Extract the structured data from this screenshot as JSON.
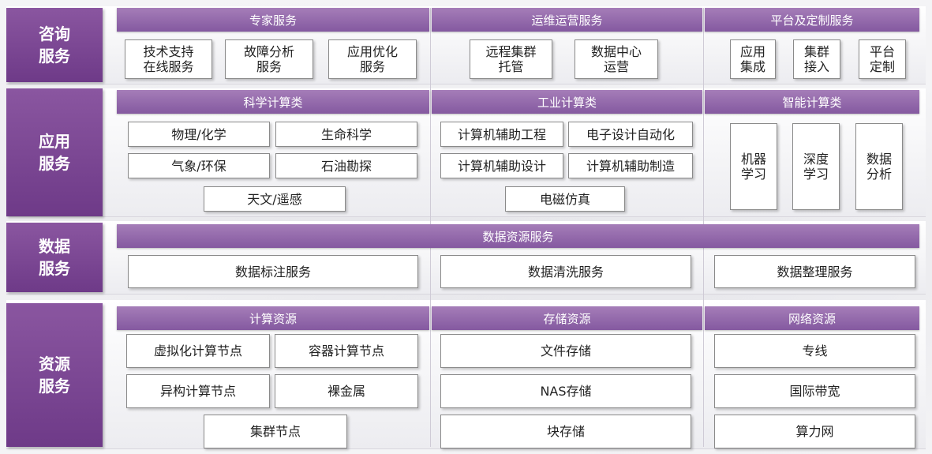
{
  "rows": {
    "consult": "咨询\n服务",
    "app": "应用\n服务",
    "data": "数据\n服务",
    "resource": "资源\n服务"
  },
  "consult": {
    "expert": {
      "title": "专家服务",
      "items": [
        "技术支持\n在线服务",
        "故障分析\n服务",
        "应用优化\n服务"
      ]
    },
    "ops": {
      "title": "运维运营服务",
      "items": [
        "远程集群\n托管",
        "数据中心\n运营"
      ]
    },
    "platform": {
      "title": "平台及定制服务",
      "items": [
        "应用\n集成",
        "集群\n接入",
        "平台\n定制"
      ]
    }
  },
  "app": {
    "science": {
      "title": "科学计算类",
      "items": [
        "物理/化学",
        "生命科学",
        "气象/环保",
        "石油勘探",
        "天文/遥感"
      ]
    },
    "industry": {
      "title": "工业计算类",
      "items": [
        "计算机辅助工程",
        "电子设计自动化",
        "计算机辅助设计",
        "计算机辅助制造",
        "电磁仿真"
      ]
    },
    "ai": {
      "title": "智能计算类",
      "items": [
        "机器\n学习",
        "深度\n学习",
        "数据\n分析"
      ]
    }
  },
  "data": {
    "title": "数据资源服务",
    "items": [
      "数据标注服务",
      "数据清洗服务",
      "数据整理服务"
    ]
  },
  "resource": {
    "compute": {
      "title": "计算资源",
      "items": [
        "虚拟化计算节点",
        "容器计算节点",
        "异构计算节点",
        "裸金属",
        "集群节点"
      ]
    },
    "storage": {
      "title": "存储资源",
      "items": [
        "文件存储",
        "NAS存储",
        "块存储"
      ]
    },
    "network": {
      "title": "网络资源",
      "items": [
        "专线",
        "国际带宽",
        "算力网"
      ]
    }
  }
}
